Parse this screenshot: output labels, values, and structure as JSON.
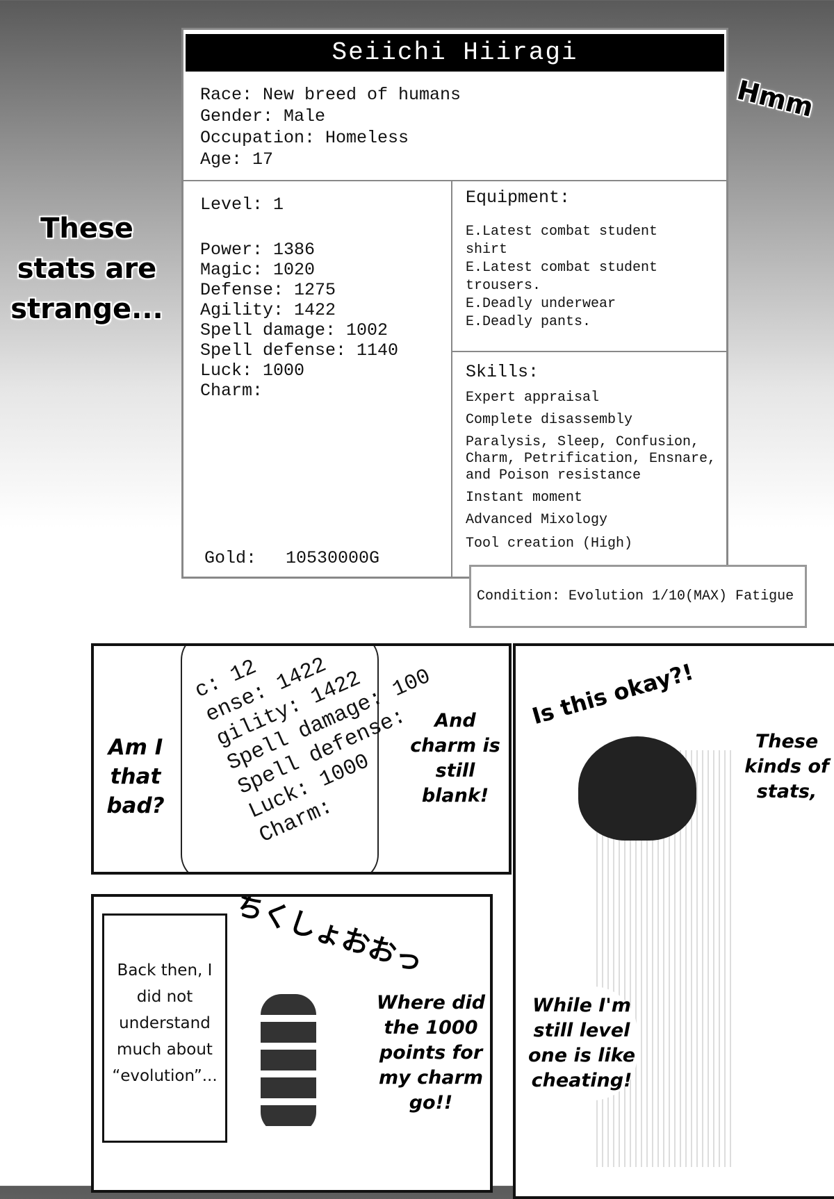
{
  "status_card": {
    "name": "Seiichi Hiiragi",
    "race": "Race: New breed of humans",
    "gender": "Gender: Male",
    "occupation": "Occupation: Homeless",
    "age": "Age: 17",
    "level": "Level: 1",
    "stats": [
      "Power: 1386",
      "Magic: 1020",
      "Defense: 1275",
      "Agility: 1422",
      "Spell damage: 1002",
      "Spell defense: 1140",
      "Luck: 1000",
      "Charm:"
    ],
    "gold_label": "Gold:",
    "gold_value": "10530000G",
    "equipment_title": "Equipment:",
    "equipment": [
      "E.Latest combat student shirt",
      "E.Latest combat student trousers.",
      "E.Deadly underwear",
      "E.Deadly pants."
    ],
    "skills_title": "Skills:",
    "skills": [
      "Expert appraisal",
      "Complete disassembly",
      "Paralysis, Sleep, Confusion, Charm, Petrification, Ensnare, and Poison resistance",
      "Instant moment",
      "Advanced Mixology",
      "Tool creation (High)"
    ],
    "condition": "Condition: Evolution 1/10(MAX) Fatigue"
  },
  "side_text": {
    "hmm": "Hmm",
    "strange": "These stats are strange..."
  },
  "panel1": {
    "scroll_lines": [
      "c: 12",
      "ense: 1422",
      "gility: 1422",
      "Spell damage: 100",
      "Spell defense:",
      "Luck: 1000",
      "Charm:"
    ],
    "bubble_left": "Am I that bad?",
    "bubble_right": "And charm is still blank!"
  },
  "panel2": {
    "shout": "Is this okay?!",
    "bubble": "These kinds of stats,",
    "bubble2": "While I'm still level one is like cheating!"
  },
  "panel3": {
    "caption": "Back then, I did not understand much about “evolution”...",
    "sfx": "ちくしょおおっ",
    "bubble": "Where did the 1000 points for my charm go!!"
  }
}
